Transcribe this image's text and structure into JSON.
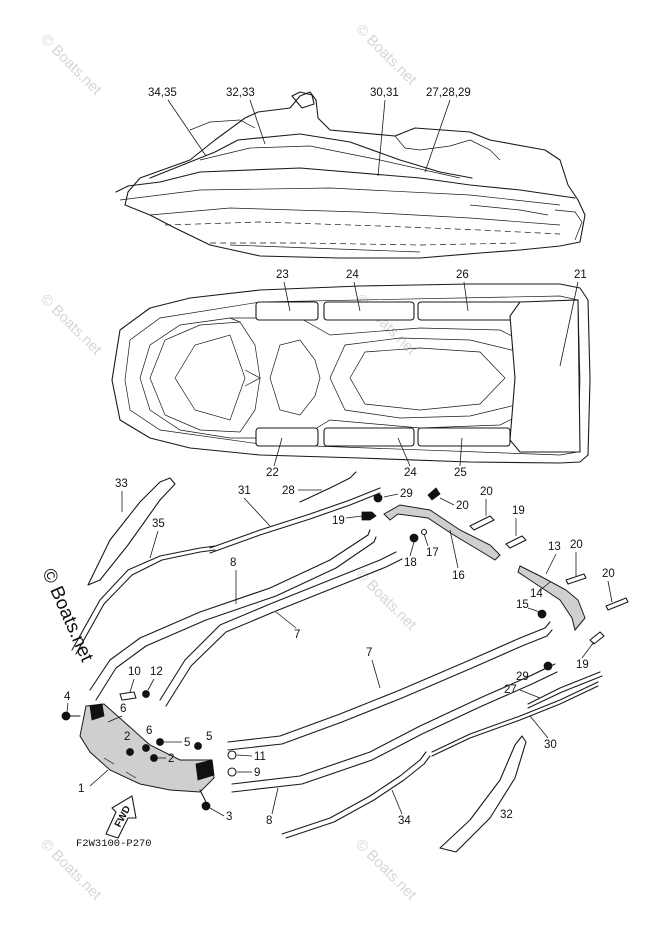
{
  "watermark": "© Boats.net",
  "figure_code": "F2W3100-P270",
  "fwd_label": "FWD",
  "callouts": {
    "c3435": "34,35",
    "c3233": "32,33",
    "c3031": "30,31",
    "c272829": "27,28,29",
    "c23": "23",
    "c24a": "24",
    "c26": "26",
    "c21": "21",
    "c22": "22",
    "c24b": "24",
    "c25": "25",
    "c33": "33",
    "c31": "31",
    "c28": "28",
    "c29a": "29",
    "c19a": "19",
    "c20a": "20",
    "c20b": "20",
    "c19b": "19",
    "c35": "35",
    "c17": "17",
    "c18": "18",
    "c16": "16",
    "c13": "13",
    "c20c": "20",
    "c8a": "8",
    "c7a": "7",
    "c14": "14",
    "c20d": "20",
    "c15": "15",
    "c7b": "7",
    "c19c": "19",
    "c29b": "29",
    "c27": "27",
    "c10": "10",
    "c12": "12",
    "c4": "4",
    "c6a": "6",
    "c6b": "6",
    "c2a": "2",
    "c5a": "5",
    "c5b": "5",
    "c2b": "2",
    "c11": "11",
    "c9": "9",
    "c1": "1",
    "c30": "30",
    "c3": "3",
    "c8b": "8",
    "c34": "34",
    "c32": "32"
  }
}
